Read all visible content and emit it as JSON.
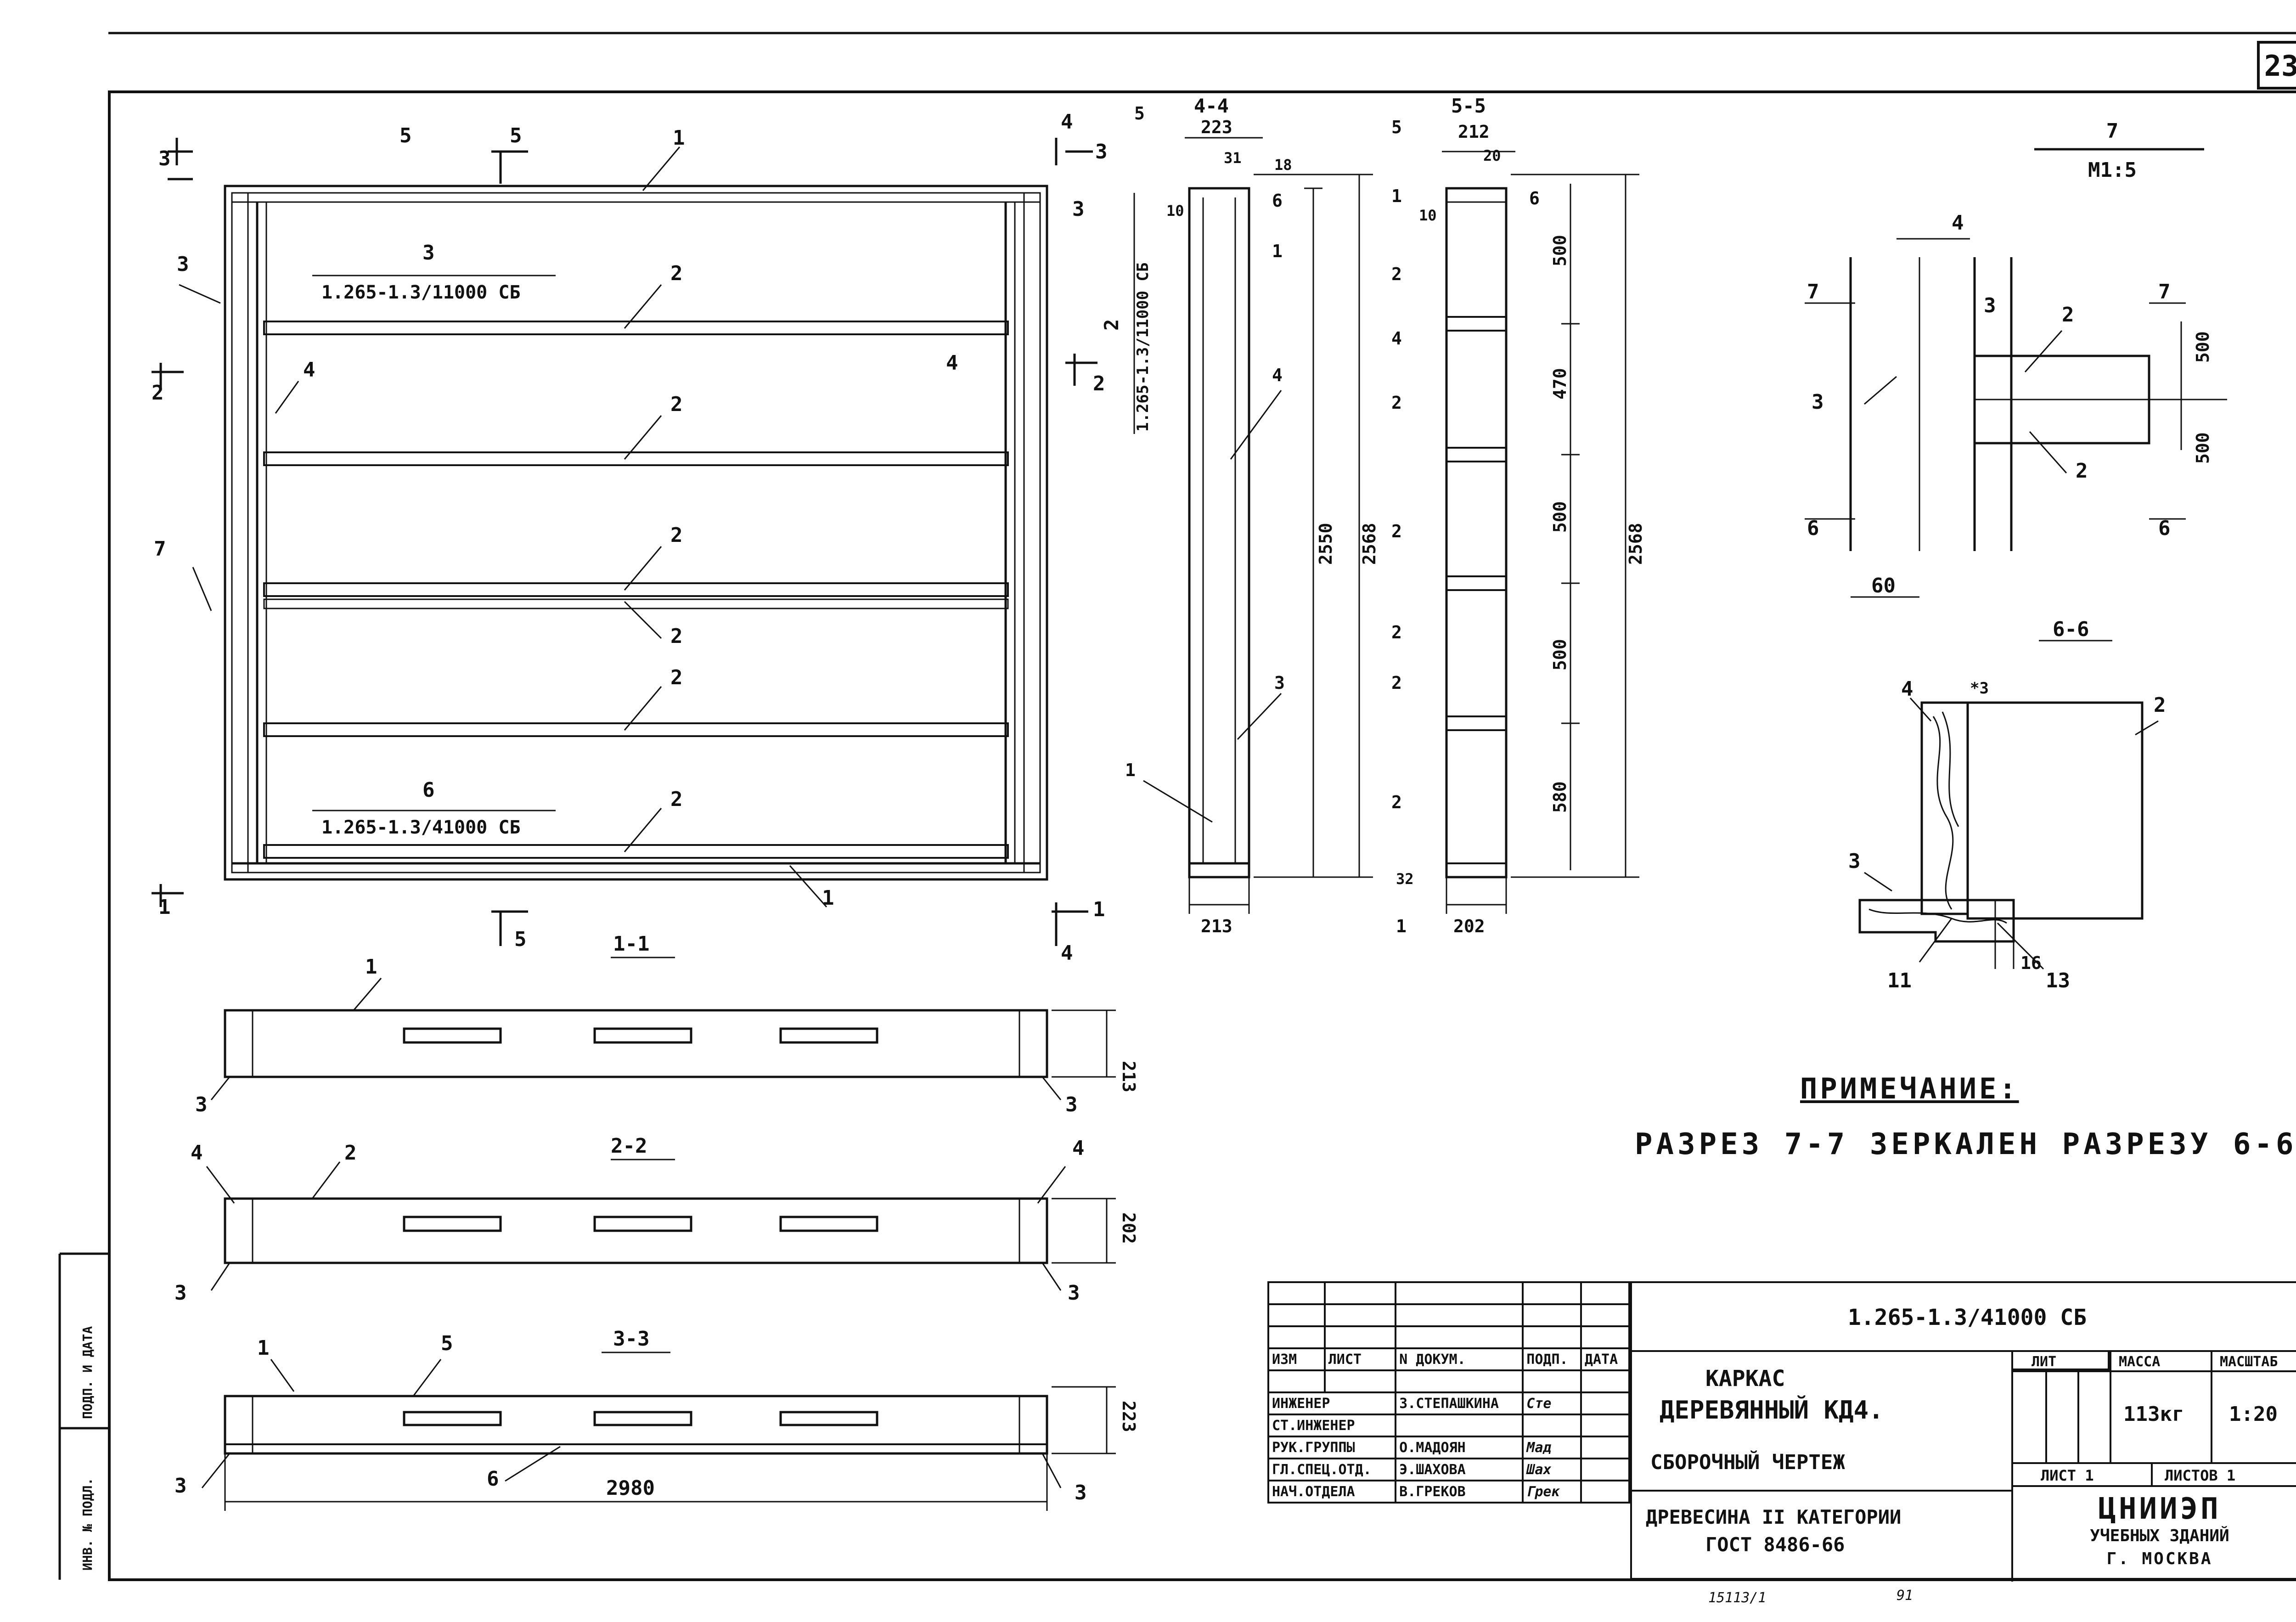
{
  "sheet": {
    "number": "23",
    "designation": "1.265-1.3/41000 СБ",
    "title_line1": "КАРКАС",
    "title_line2": "ДЕРЕВЯННЫЙ КД4.",
    "subtitle": "СБОРОЧНЫЙ ЧЕРТЕЖ",
    "material_line1": "ДРЕВЕСИНА II КАТЕГОРИИ",
    "material_line2": "ГОСТ 8486-66",
    "lit_header": "ЛИТ",
    "mass_header": "МАССА",
    "scale_header": "МАСШТАБ",
    "mass_value": "113кг",
    "scale_value": "1:20",
    "sheet_label": "ЛИСТ 1",
    "sheets_label": "ЛИСТОВ 1",
    "org_line1": "ЦНИИЭП",
    "org_line2": "УЧЕБНЫХ ЗДАНИЙ",
    "org_line3": "Г. МОСКВА",
    "footer_code": "15113/1",
    "footer_num": "91"
  },
  "revision_header": [
    "ИЗМ",
    "ЛИСТ",
    "N ДОКУМ.",
    "ПОДП.",
    "ДАТА"
  ],
  "signatures": [
    {
      "role": "ИНЖЕНЕР",
      "name": "З.СТЕПАШКИНА",
      "sign": "Сте"
    },
    {
      "role": "СТ.ИНЖЕНЕР",
      "name": "",
      "sign": ""
    },
    {
      "role": "РУК.ГРУППЫ",
      "name": "О.МАДОЯН",
      "sign": "Мад"
    },
    {
      "role": "ГЛ.СПЕЦ.ОТД.",
      "name": "Э.ШАХОВА",
      "sign": "Шах"
    },
    {
      "role": "НАЧ.ОТДЕЛА",
      "name": "В.ГРЕКОВ",
      "sign": "Грек"
    }
  ],
  "side_stamp": [
    "ИНВ. № ПОДЛ.",
    "ПОДП. И ДАТА"
  ],
  "note": {
    "heading": "ПРИМЕЧАНИЕ:",
    "text": "РАЗРЕЗ 7-7 ЗЕРКАЛЕН РАЗРЕЗУ 6-6"
  },
  "front_view": {
    "sec_3": "3",
    "sec_5": "5",
    "sec_2": "2",
    "sec_4": "4",
    "sec_1": "1",
    "ref_top_num": "3",
    "ref_top_code": "1.265-1.3/11000 СБ",
    "ref_bot_num": "6",
    "ref_bot_code": "1.265-1.3/41000 СБ",
    "part_1": "1",
    "part_2": "2",
    "part_3": "3",
    "part_4": "4",
    "part_7": "7"
  },
  "section_4_4": {
    "title": "4-4",
    "ref_num": "2",
    "ref_code": "1.265-1.3/11000 СБ",
    "w_223": "223",
    "w_31": "31",
    "w_18": "18",
    "w_10": "10",
    "h_2550": "2550",
    "h_2568": "2568",
    "w_213": "213",
    "p1": "1",
    "p3": "3",
    "p4": "4",
    "p5": "5",
    "p6": "6"
  },
  "section_5_5": {
    "title": "5-5",
    "w_212": "212",
    "w_20": "20",
    "w_10": "10",
    "d_500a": "500",
    "d_470": "470",
    "d_500b": "500",
    "d_500c": "500",
    "d_580": "580",
    "h_2568": "2568",
    "w_32": "32",
    "w_202": "202",
    "p1": "1",
    "p2": "2",
    "p4": "4",
    "p5": "5",
    "p6": "6"
  },
  "detail_7": {
    "title": "7",
    "scale": "М1:5",
    "d_500a": "500",
    "d_500b": "500",
    "w_60": "60",
    "p2": "2",
    "p3": "3",
    "p4": "4",
    "s6": "6",
    "s7": "7"
  },
  "section_6_6": {
    "title": "6-6",
    "p2": "2",
    "p3": "3",
    "p4": "4",
    "p11": "11",
    "p13": "13",
    "w_16": "16",
    "star3": "*3"
  },
  "section_1_1": {
    "title": "1-1",
    "dim": "213",
    "p1": "1",
    "p3": "3"
  },
  "section_2_2": {
    "title": "2-2",
    "dim": "202",
    "p2": "2",
    "p3": "3",
    "p4": "4"
  },
  "section_3_3": {
    "title": "3-3",
    "dim": "223",
    "len": "2980",
    "p1": "1",
    "p3": "3",
    "p5": "5",
    "p6": "6"
  }
}
